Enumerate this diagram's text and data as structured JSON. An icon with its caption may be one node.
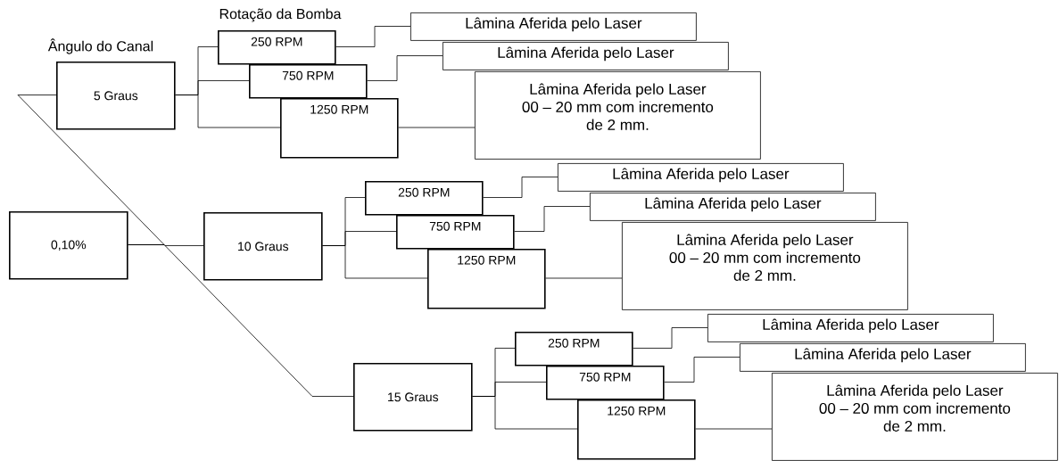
{
  "diagram": {
    "nodes": [
      {
        "text": [
          "0,10%"
        ]
      },
      {
        "text": [
          "5 Graus"
        ]
      },
      {
        "text": [
          "250 RPM"
        ]
      },
      {
        "text": [
          "750 RPM"
        ]
      },
      {
        "text": [
          "1250 RPM"
        ]
      },
      {
        "text": [
          "Lâmina Aferida pelo Laser"
        ]
      },
      {
        "text": [
          "Lâmina Aferida pelo Laser"
        ]
      },
      {
        "text": [
          "Lâmina Aferida pelo Laser 00 – 20 mm com incremento de 2 mm."
        ]
      },
      {
        "text": [
          "10 Graus"
        ]
      },
      {
        "text": [
          "250 RPM"
        ]
      },
      {
        "text": [
          "750 RPM"
        ]
      },
      {
        "text": [
          "1250 RPM"
        ]
      },
      {
        "text": [
          "Lâmina Aferida pelo Laser"
        ]
      },
      {
        "text": [
          "Lâmina Aferida pelo Laser"
        ]
      },
      {
        "text": [
          "Lâmina Aferida pelo Laser 00 – 20 mm com incremento de 2 mm."
        ]
      },
      {
        "text": [
          "15 Graus"
        ]
      },
      {
        "text": [
          "250 RPM"
        ]
      },
      {
        "text": [
          "750 RPM"
        ]
      },
      {
        "text": [
          "1250 RPM"
        ]
      },
      {
        "text": [
          "Lâmina Aferida pelo Laser"
        ]
      },
      {
        "text": [
          "Lâmina Aferida pelo Laser"
        ]
      },
      {
        "text": [
          "Lâmina Aferida pelo Laser 00 – 20 mm com incremento de 2 mm."
        ]
      }
    ],
    "edges": [
      {
        "from": 0,
        "to": 1,
        "arrow": "none"
      },
      {
        "from": 0,
        "to": 8,
        "arrow": "none"
      },
      {
        "from": 0,
        "to": 15,
        "arrow": "none"
      },
      {
        "from": 1,
        "to": 2,
        "arrow": "none"
      },
      {
        "from": 1,
        "to": 3,
        "arrow": "none"
      },
      {
        "from": 1,
        "to": 4,
        "arrow": "none"
      },
      {
        "from": 2,
        "to": 5,
        "arrow": "none"
      },
      {
        "from": 3,
        "to": 6,
        "arrow": "none"
      },
      {
        "from": 4,
        "to": 7,
        "arrow": "none"
      },
      {
        "from": 8,
        "to": 9,
        "arrow": "none"
      },
      {
        "from": 8,
        "to": 10,
        "arrow": "none"
      },
      {
        "from": 8,
        "to": 11,
        "arrow": "none"
      },
      {
        "from": 9,
        "to": 12,
        "arrow": "none"
      },
      {
        "from": 10,
        "to": 13,
        "arrow": "none"
      },
      {
        "from": 11,
        "to": 14,
        "arrow": "none"
      },
      {
        "from": 15,
        "to": 16,
        "arrow": "none"
      },
      {
        "from": 15,
        "to": 17,
        "arrow": "none"
      },
      {
        "from": 15,
        "to": 18,
        "arrow": "none"
      },
      {
        "from": 16,
        "to": 19,
        "arrow": "none"
      },
      {
        "from": 17,
        "to": 20,
        "arrow": "none"
      },
      {
        "from": 18,
        "to": 21,
        "arrow": "none"
      }
    ],
    "labels": [
      "Ângulo do Canal",
      "Rotação da Bomba"
    ]
  }
}
